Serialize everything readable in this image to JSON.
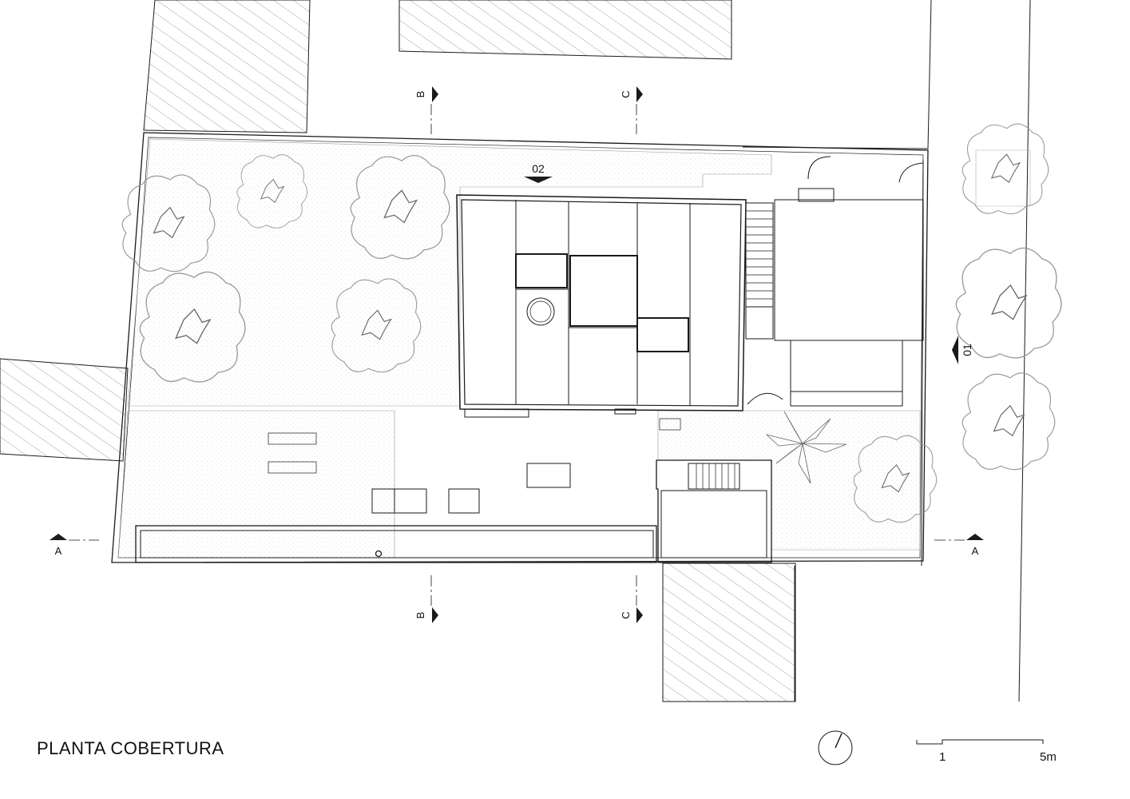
{
  "title": "PLANTA COBERTURA",
  "section_markers": {
    "a": "A",
    "b": "B",
    "c": "C"
  },
  "elevation_markers": {
    "e1": "01",
    "e2": "02"
  },
  "scale_bar": {
    "label_start": "1",
    "label_end": "5m"
  },
  "icons": {
    "north_arrow": "north-arrow-icon",
    "tree": "tree-canopy-icon",
    "palm": "palm-tree-icon"
  },
  "colors": {
    "line": "#1a1a1a",
    "light_line": "#9a9a9a",
    "hatch": "#8a8a8a",
    "paving_dot": "#b8b8b8"
  }
}
